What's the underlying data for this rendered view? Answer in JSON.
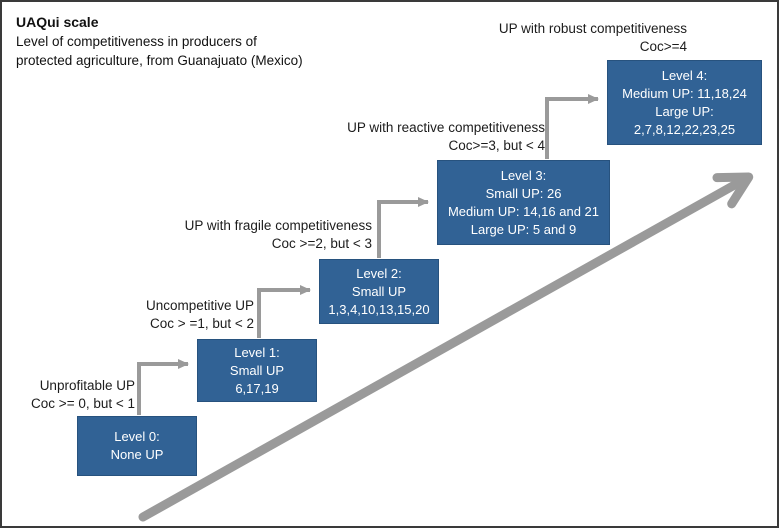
{
  "title": {
    "heading": "UAQui scale",
    "subtitle_line1": "Level of competitiveness in producers of",
    "subtitle_line2": "protected agriculture, from Guanajuato (Mexico)"
  },
  "colors": {
    "box_blue": "#316295",
    "box_border": "#27527e",
    "box_text": "#ffffff",
    "arrow_gray": "#9a9a9a",
    "label_text": "#1c1c1c",
    "frame_border": "#3a3a3a"
  },
  "levels": [
    {
      "label_line1": "Unprofitable UP",
      "label_line2": "Coc >= 0, but < 1",
      "box_lines": [
        "Level 0:",
        "None UP"
      ]
    },
    {
      "label_line1": "Uncompetitive UP",
      "label_line2": "Coc > =1, but < 2",
      "box_lines": [
        "Level 1:",
        "Small UP",
        "6,17,19"
      ]
    },
    {
      "label_line1": "UP with fragile competitiveness",
      "label_line2": "Coc >=2, but < 3",
      "box_lines": [
        "Level 2:",
        "Small UP",
        "1,3,4,10,13,15,20"
      ]
    },
    {
      "label_line1": "UP with reactive competitiveness",
      "label_line2": "Coc>=3, but < 4",
      "box_lines": [
        "Level 3:",
        "Small UP: 26",
        "Medium UP: 14,16 and 21",
        "Large UP: 5 and 9"
      ]
    },
    {
      "label_line1": "UP with robust competitiveness",
      "label_line2": "Coc>=4",
      "box_lines": [
        "Level 4:",
        "Medium UP: 11,18,24",
        "Large UP:",
        "2,7,8,12,22,23,25"
      ]
    }
  ]
}
